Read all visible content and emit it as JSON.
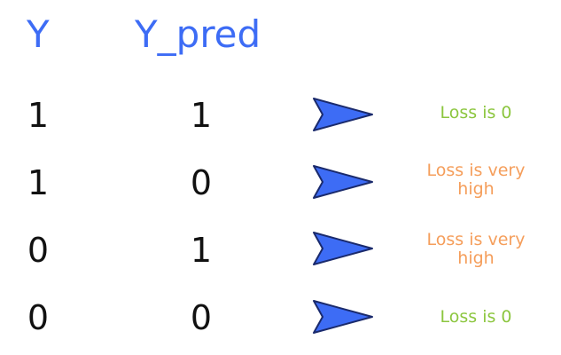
{
  "header": {
    "y_label": "Y",
    "ypred_label": "Y_pred"
  },
  "rows": [
    {
      "y": "1",
      "y_pred": "1",
      "loss": "Loss is 0"
    },
    {
      "y": "1",
      "y_pred": "0",
      "loss": "Loss is very high"
    },
    {
      "y": "0",
      "y_pred": "1",
      "loss": "Loss is very high"
    },
    {
      "y": "0",
      "y_pred": "0",
      "loss": "Loss is 0"
    }
  ],
  "colors": {
    "header": "#3d6cf5",
    "arrow_fill": "#3d6cf5",
    "loss_zero": "#8cc63f",
    "loss_high": "#f59e5b"
  },
  "icons": {
    "arrow": "arrow-right-icon"
  }
}
